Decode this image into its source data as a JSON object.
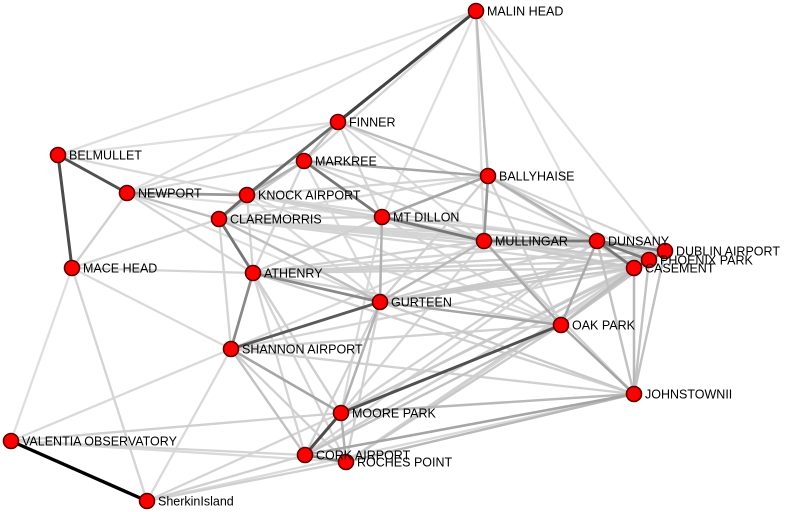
{
  "graph": {
    "node_color": "#ff0000",
    "node_stroke": "#5a0000",
    "nodes": [
      {
        "id": "MALIN HEAD",
        "label": "MALIN HEAD"
      },
      {
        "id": "FINNER",
        "label": "FINNER"
      },
      {
        "id": "BELMULLET",
        "label": "BELMULLET"
      },
      {
        "id": "MARKREE",
        "label": "MARKREE"
      },
      {
        "id": "BALLYHAISE",
        "label": "BALLYHAISE"
      },
      {
        "id": "NEWPORT",
        "label": "NEWPORT"
      },
      {
        "id": "KNOCK AIRPORT",
        "label": "KNOCK AIRPORT"
      },
      {
        "id": "CLAREMORRIS",
        "label": "CLAREMORRIS"
      },
      {
        "id": "MT DILLON",
        "label": "MT DILLON"
      },
      {
        "id": "MULLINGAR",
        "label": "MULLINGAR"
      },
      {
        "id": "DUNSANY",
        "label": "DUNSANY"
      },
      {
        "id": "DUBLIN AIRPORT",
        "label": "DUBLIN AIRPORT"
      },
      {
        "id": "PHOENIX PARK",
        "label": "PHOENIX PARK"
      },
      {
        "id": "CASEMENT",
        "label": "CASEMENT"
      },
      {
        "id": "MACE HEAD",
        "label": "MACE HEAD"
      },
      {
        "id": "ATHENRY",
        "label": "ATHENRY"
      },
      {
        "id": "GURTEEN",
        "label": "GURTEEN"
      },
      {
        "id": "OAK PARK",
        "label": "OAK PARK"
      },
      {
        "id": "SHANNON AIRPORT",
        "label": "SHANNON AIRPORT"
      },
      {
        "id": "JOHNSTOWNII",
        "label": "JOHNSTOWNII"
      },
      {
        "id": "MOORE PARK",
        "label": "MOORE PARK"
      },
      {
        "id": "VALENTIA OBSERVATORY",
        "label": "VALENTIA OBSERVATORY"
      },
      {
        "id": "CORK AIRPORT",
        "label": "CORK AIRPORT"
      },
      {
        "id": "ROCHES POINT",
        "label": "ROCHES POINT"
      },
      {
        "id": "SherkinIsland",
        "label": "SherkinIsland"
      }
    ],
    "edges": [
      {
        "source": "VALENTIA OBSERVATORY",
        "target": "SherkinIsland",
        "weight": 1.0
      },
      {
        "source": "MALIN HEAD",
        "target": "FINNER",
        "weight": 0.72
      },
      {
        "source": "BELMULLET",
        "target": "MACE HEAD",
        "weight": 0.68
      },
      {
        "source": "BELMULLET",
        "target": "NEWPORT",
        "weight": 0.66
      },
      {
        "source": "MOORE PARK",
        "target": "OAK PARK",
        "weight": 0.66
      },
      {
        "source": "MOORE PARK",
        "target": "CORK AIRPORT",
        "weight": 0.68
      },
      {
        "source": "GURTEEN",
        "target": "SHANNON AIRPORT",
        "weight": 0.62
      },
      {
        "source": "FINNER",
        "target": "KNOCK AIRPORT",
        "weight": 0.55
      },
      {
        "source": "MARKREE",
        "target": "MT DILLON",
        "weight": 0.5
      },
      {
        "source": "MT DILLON",
        "target": "MULLINGAR",
        "weight": 0.5
      },
      {
        "source": "KNOCK AIRPORT",
        "target": "CLAREMORRIS",
        "weight": 0.55
      },
      {
        "source": "CLAREMORRIS",
        "target": "ATHENRY",
        "weight": 0.5
      },
      {
        "source": "MULLINGAR",
        "target": "DUNSANY",
        "weight": 0.5
      },
      {
        "source": "ATHENRY",
        "target": "GURTEEN",
        "weight": 0.42
      },
      {
        "source": "ATHENRY",
        "target": "SHANNON AIRPORT",
        "weight": 0.42
      },
      {
        "source": "DUNSANY",
        "target": "CASEMENT",
        "weight": 0.5
      },
      {
        "source": "DUNSANY",
        "target": "PHOENIX PARK",
        "weight": 0.48
      },
      {
        "source": "DUNSANY",
        "target": "DUBLIN AIRPORT",
        "weight": 0.45
      },
      {
        "source": "CORK AIRPORT",
        "target": "ROCHES POINT",
        "weight": 0.45
      },
      {
        "source": "CASEMENT",
        "target": "PHOENIX PARK",
        "weight": 0.5
      },
      {
        "source": "PHOENIX PARK",
        "target": "DUBLIN AIRPORT",
        "weight": 0.5
      },
      {
        "source": "NEWPORT",
        "target": "KNOCK AIRPORT",
        "weight": 0.36
      },
      {
        "source": "BALLYHAISE",
        "target": "MULLINGAR",
        "weight": 0.36
      },
      {
        "source": "BALLYHAISE",
        "target": "MARKREE",
        "weight": 0.3
      },
      {
        "source": "MT DILLON",
        "target": "BALLYHAISE",
        "weight": 0.3
      },
      {
        "source": "GURTEEN",
        "target": "OAK PARK",
        "weight": 0.3
      },
      {
        "source": "SHANNON AIRPORT",
        "target": "MOORE PARK",
        "weight": 0.3
      },
      {
        "source": "JOHNSTOWNII",
        "target": "OAK PARK",
        "weight": 0.3
      },
      {
        "source": "JOHNSTOWNII",
        "target": "CORK AIRPORT",
        "weight": 0.3
      },
      {
        "source": "MULLINGAR",
        "target": "OAK PARK",
        "weight": 0.28
      },
      {
        "source": "GURTEEN",
        "target": "MOORE PARK",
        "weight": 0.25
      },
      {
        "source": "MOORE PARK",
        "target": "ROCHES POINT",
        "weight": 0.25
      },
      {
        "source": "BALLYHAISE",
        "target": "DUNSANY",
        "weight": 0.25
      },
      {
        "source": "DUNSANY",
        "target": "OAK PARK",
        "weight": 0.28
      },
      {
        "source": "MT DILLON",
        "target": "GURTEEN",
        "weight": 0.25
      },
      {
        "source": "MARKREE",
        "target": "KNOCK AIRPORT",
        "weight": 0.25
      },
      {
        "source": "FINNER",
        "target": "BALLYHAISE",
        "weight": 0.2
      },
      {
        "source": "MALIN HEAD",
        "target": "BALLYHAISE",
        "weight": 0.2
      },
      {
        "source": "CLAREMORRIS",
        "target": "NEWPORT",
        "weight": 0.2
      },
      {
        "source": "JOHNSTOWNII",
        "target": "CASEMENT",
        "weight": 0.22
      },
      {
        "source": "JOHNSTOWNII",
        "target": "ROCHES POINT",
        "weight": 0.22
      },
      {
        "source": "JOHNSTOWNII",
        "target": "MOORE PARK",
        "weight": 0.22
      },
      {
        "source": "GURTEEN",
        "target": "MULLINGAR",
        "weight": 0.22
      },
      {
        "source": "CLAREMORRIS",
        "target": "GURTEEN",
        "weight": 0.2
      },
      {
        "source": "SHANNON AIRPORT",
        "target": "CORK AIRPORT",
        "weight": 0.18
      },
      {
        "source": "OAK PARK",
        "target": "CASEMENT",
        "weight": 0.2
      },
      {
        "source": "FINNER",
        "target": "MARKREE",
        "weight": 0.2
      },
      {
        "source": "MARKREE",
        "target": "CLAREMORRIS",
        "weight": 0.15
      },
      {
        "source": "NEWPORT",
        "target": "MACE HEAD",
        "weight": 0.12
      },
      {
        "source": "MACE HEAD",
        "target": "CLAREMORRIS",
        "weight": 0.1
      },
      {
        "source": "MACE HEAD",
        "target": "ATHENRY",
        "weight": 0.1
      },
      {
        "source": "MACE HEAD",
        "target": "SherkinIsland",
        "weight": 0.1
      },
      {
        "source": "MACE HEAD",
        "target": "SHANNON AIRPORT",
        "weight": 0.08
      },
      {
        "source": "VALENTIA OBSERVATORY",
        "target": "MOORE PARK",
        "weight": 0.12
      },
      {
        "source": "VALENTIA OBSERVATORY",
        "target": "CORK AIRPORT",
        "weight": 0.1
      },
      {
        "source": "VALENTIA OBSERVATORY",
        "target": "SHANNON AIRPORT",
        "weight": 0.08
      },
      {
        "source": "VALENTIA OBSERVATORY",
        "target": "MACE HEAD",
        "weight": 0.06
      },
      {
        "source": "VALENTIA OBSERVATORY",
        "target": "ROCHES POINT",
        "weight": 0.08
      },
      {
        "source": "SherkinIsland",
        "target": "CORK AIRPORT",
        "weight": 0.12
      },
      {
        "source": "SherkinIsland",
        "target": "ROCHES POINT",
        "weight": 0.12
      },
      {
        "source": "SherkinIsland",
        "target": "MOORE PARK",
        "weight": 0.1
      },
      {
        "source": "SherkinIsland",
        "target": "JOHNSTOWNII",
        "weight": 0.08
      },
      {
        "source": "BELMULLET",
        "target": "MALIN HEAD",
        "weight": 0.06
      },
      {
        "source": "BELMULLET",
        "target": "KNOCK AIRPORT",
        "weight": 0.08
      },
      {
        "source": "BELMULLET",
        "target": "FINNER",
        "weight": 0.06
      },
      {
        "source": "NEWPORT",
        "target": "MALIN HEAD",
        "weight": 0.06
      },
      {
        "source": "NEWPORT",
        "target": "ATHENRY",
        "weight": 0.1
      },
      {
        "source": "NEWPORT",
        "target": "FINNER",
        "weight": 0.08
      },
      {
        "source": "MALIN HEAD",
        "target": "DUNSANY",
        "weight": 0.06
      },
      {
        "source": "MALIN HEAD",
        "target": "MARKREE",
        "weight": 0.1
      },
      {
        "source": "MALIN HEAD",
        "target": "MULLINGAR",
        "weight": 0.06
      },
      {
        "source": "MALIN HEAD",
        "target": "DUBLIN AIRPORT",
        "weight": 0.06
      },
      {
        "source": "MALIN HEAD",
        "target": "MT DILLON",
        "weight": 0.06
      },
      {
        "source": "BALLYHAISE",
        "target": "CASEMENT",
        "weight": 0.12
      },
      {
        "source": "BALLYHAISE",
        "target": "PHOENIX PARK",
        "weight": 0.12
      },
      {
        "source": "BALLYHAISE",
        "target": "DUBLIN AIRPORT",
        "weight": 0.1
      },
      {
        "source": "BALLYHAISE",
        "target": "OAK PARK",
        "weight": 0.12
      },
      {
        "source": "BALLYHAISE",
        "target": "GURTEEN",
        "weight": 0.12
      },
      {
        "source": "BALLYHAISE",
        "target": "KNOCK AIRPORT",
        "weight": 0.1
      },
      {
        "source": "MT DILLON",
        "target": "DUNSANY",
        "weight": 0.12
      },
      {
        "source": "MT DILLON",
        "target": "CLAREMORRIS",
        "weight": 0.12
      },
      {
        "source": "MT DILLON",
        "target": "KNOCK AIRPORT",
        "weight": 0.12
      },
      {
        "source": "MT DILLON",
        "target": "ATHENRY",
        "weight": 0.12
      },
      {
        "source": "MT DILLON",
        "target": "FINNER",
        "weight": 0.1
      },
      {
        "source": "MT DILLON",
        "target": "MOORE PARK",
        "weight": 0.08
      },
      {
        "source": "MT DILLON",
        "target": "CASEMENT",
        "weight": 0.1
      },
      {
        "source": "MT DILLON",
        "target": "OAK PARK",
        "weight": 0.1
      },
      {
        "source": "MULLINGAR",
        "target": "CASEMENT",
        "weight": 0.15
      },
      {
        "source": "MULLINGAR",
        "target": "PHOENIX PARK",
        "weight": 0.15
      },
      {
        "source": "MULLINGAR",
        "target": "DUBLIN AIRPORT",
        "weight": 0.15
      },
      {
        "source": "MULLINGAR",
        "target": "JOHNSTOWNII",
        "weight": 0.12
      },
      {
        "source": "MULLINGAR",
        "target": "ATHENRY",
        "weight": 0.12
      },
      {
        "source": "MULLINGAR",
        "target": "CLAREMORRIS",
        "weight": 0.1
      },
      {
        "source": "MULLINGAR",
        "target": "MOORE PARK",
        "weight": 0.1
      },
      {
        "source": "MULLINGAR",
        "target": "SHANNON AIRPORT",
        "weight": 0.08
      },
      {
        "source": "GURTEEN",
        "target": "CASEMENT",
        "weight": 0.15
      },
      {
        "source": "GURTEEN",
        "target": "PHOENIX PARK",
        "weight": 0.15
      },
      {
        "source": "GURTEEN",
        "target": "DUBLIN AIRPORT",
        "weight": 0.15
      },
      {
        "source": "GURTEEN",
        "target": "JOHNSTOWNII",
        "weight": 0.15
      },
      {
        "source": "GURTEEN",
        "target": "CORK AIRPORT",
        "weight": 0.12
      },
      {
        "source": "GURTEEN",
        "target": "ROCHES POINT",
        "weight": 0.12
      },
      {
        "source": "GURTEEN",
        "target": "DUNSANY",
        "weight": 0.12
      },
      {
        "source": "GURTEEN",
        "target": "KNOCK AIRPORT",
        "weight": 0.08
      },
      {
        "source": "ATHENRY",
        "target": "CASEMENT",
        "weight": 0.12
      },
      {
        "source": "ATHENRY",
        "target": "PHOENIX PARK",
        "weight": 0.12
      },
      {
        "source": "ATHENRY",
        "target": "DUBLIN AIRPORT",
        "weight": 0.12
      },
      {
        "source": "ATHENRY",
        "target": "JOHNSTOWNII",
        "weight": 0.12
      },
      {
        "source": "ATHENRY",
        "target": "OAK PARK",
        "weight": 0.12
      },
      {
        "source": "ATHENRY",
        "target": "MOORE PARK",
        "weight": 0.12
      },
      {
        "source": "ATHENRY",
        "target": "CORK AIRPORT",
        "weight": 0.1
      },
      {
        "source": "ATHENRY",
        "target": "ROCHES POINT",
        "weight": 0.1
      },
      {
        "source": "ATHENRY",
        "target": "DUNSANY",
        "weight": 0.1
      },
      {
        "source": "ATHENRY",
        "target": "KNOCK AIRPORT",
        "weight": 0.1
      },
      {
        "source": "SHANNON AIRPORT",
        "target": "JOHNSTOWNII",
        "weight": 0.12
      },
      {
        "source": "SHANNON AIRPORT",
        "target": "OAK PARK",
        "weight": 0.12
      },
      {
        "source": "SHANNON AIRPORT",
        "target": "ROCHES POINT",
        "weight": 0.12
      },
      {
        "source": "SHANNON AIRPORT",
        "target": "CASEMENT",
        "weight": 0.1
      },
      {
        "source": "SHANNON AIRPORT",
        "target": "CLAREMORRIS",
        "weight": 0.1
      },
      {
        "source": "SHANNON AIRPORT",
        "target": "SherkinIsland",
        "weight": 0.08
      },
      {
        "source": "CLAREMORRIS",
        "target": "CASEMENT",
        "weight": 0.1
      },
      {
        "source": "CLAREMORRIS",
        "target": "PHOENIX PARK",
        "weight": 0.1
      },
      {
        "source": "CLAREMORRIS",
        "target": "DUBLIN AIRPORT",
        "weight": 0.1
      },
      {
        "source": "CLAREMORRIS",
        "target": "DUNSANY",
        "weight": 0.1
      },
      {
        "source": "CLAREMORRIS",
        "target": "OAK PARK",
        "weight": 0.1
      },
      {
        "source": "CLAREMORRIS",
        "target": "MOORE PARK",
        "weight": 0.08
      },
      {
        "source": "CLAREMORRIS",
        "target": "BALLYHAISE",
        "weight": 0.08
      },
      {
        "source": "KNOCK AIRPORT",
        "target": "DUNSANY",
        "weight": 0.08
      },
      {
        "source": "KNOCK AIRPORT",
        "target": "CASEMENT",
        "weight": 0.08
      },
      {
        "source": "KNOCK AIRPORT",
        "target": "MULLINGAR",
        "weight": 0.1
      },
      {
        "source": "KNOCK AIRPORT",
        "target": "OAK PARK",
        "weight": 0.08
      },
      {
        "source": "NEWPORT",
        "target": "MARKREE",
        "weight": 0.08
      },
      {
        "source": "NEWPORT",
        "target": "MT DILLON",
        "weight": 0.06
      },
      {
        "source": "NEWPORT",
        "target": "GURTEEN",
        "weight": 0.06
      },
      {
        "source": "MARKREE",
        "target": "MULLINGAR",
        "weight": 0.12
      },
      {
        "source": "MARKREE",
        "target": "DUNSANY",
        "weight": 0.1
      },
      {
        "source": "MARKREE",
        "target": "ATHENRY",
        "weight": 0.1
      },
      {
        "source": "MARKREE",
        "target": "GURTEEN",
        "weight": 0.08
      },
      {
        "source": "FINNER",
        "target": "DUNSANY",
        "weight": 0.08
      },
      {
        "source": "FINNER",
        "target": "MULLINGAR",
        "weight": 0.08
      },
      {
        "source": "FINNER",
        "target": "CLAREMORRIS",
        "weight": 0.08
      },
      {
        "source": "OAK PARK",
        "target": "PHOENIX PARK",
        "weight": 0.18
      },
      {
        "source": "OAK PARK",
        "target": "DUBLIN AIRPORT",
        "weight": 0.15
      },
      {
        "source": "OAK PARK",
        "target": "CORK AIRPORT",
        "weight": 0.18
      },
      {
        "source": "OAK PARK",
        "target": "ROCHES POINT",
        "weight": 0.15
      },
      {
        "source": "DUNSANY",
        "target": "JOHNSTOWNII",
        "weight": 0.18
      },
      {
        "source": "DUNSANY",
        "target": "MOORE PARK",
        "weight": 0.12
      },
      {
        "source": "DUNSANY",
        "target": "CORK AIRPORT",
        "weight": 0.1
      },
      {
        "source": "CASEMENT",
        "target": "MOORE PARK",
        "weight": 0.15
      },
      {
        "source": "CASEMENT",
        "target": "CORK AIRPORT",
        "weight": 0.12
      },
      {
        "source": "CASEMENT",
        "target": "ROCHES POINT",
        "weight": 0.12
      },
      {
        "source": "PHOENIX PARK",
        "target": "JOHNSTOWNII",
        "weight": 0.18
      },
      {
        "source": "DUBLIN AIRPORT",
        "target": "JOHNSTOWNII",
        "weight": 0.18
      },
      {
        "source": "PHOENIX PARK",
        "target": "MOORE PARK",
        "weight": 0.12
      },
      {
        "source": "DUBLIN AIRPORT",
        "target": "MOORE PARK",
        "weight": 0.1
      },
      {
        "source": "PHOENIX PARK",
        "target": "CORK AIRPORT",
        "weight": 0.1
      },
      {
        "source": "DUBLIN AIRPORT",
        "target": "ROCHES POINT",
        "weight": 0.1
      }
    ]
  }
}
